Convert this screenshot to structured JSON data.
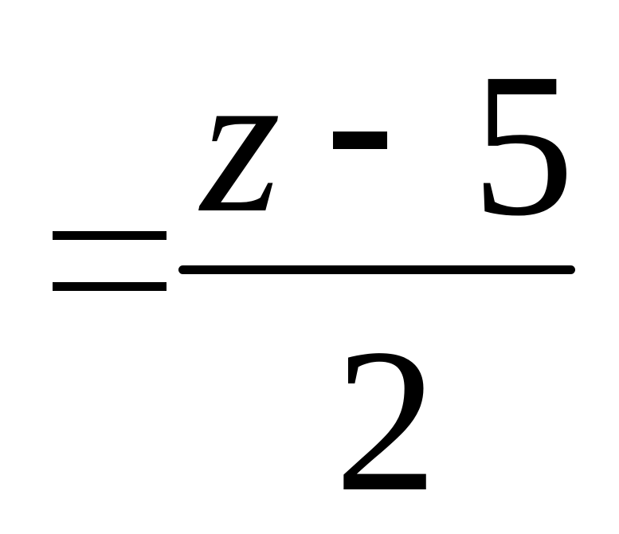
{
  "formula": {
    "numerator_variable": "z",
    "numerator_operator": "-",
    "numerator_constant": "5",
    "denominator": "2",
    "prefix_symbol": "="
  }
}
